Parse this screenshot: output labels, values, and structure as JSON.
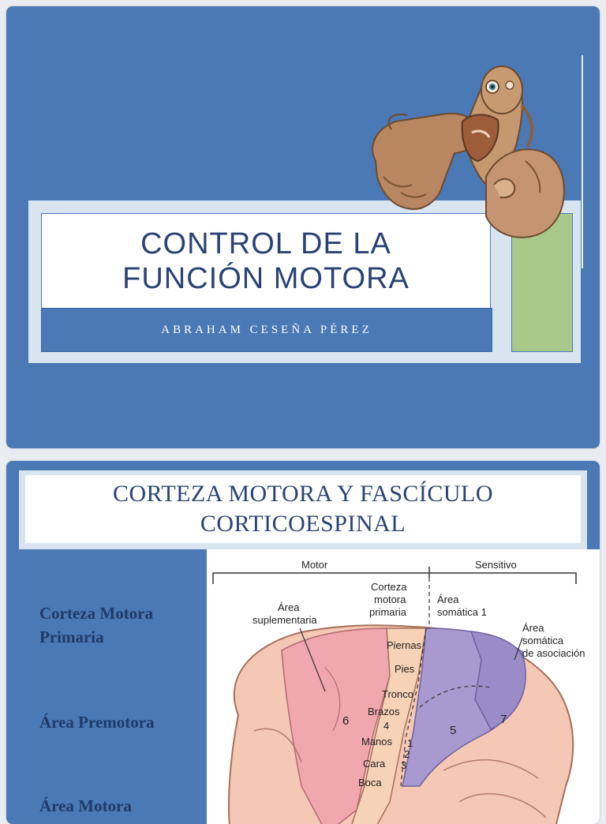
{
  "slide1": {
    "title": "Control de la\nfunción motora",
    "subtitle": "Abraham Ceseña Pérez",
    "image": "hand-creature-illustration",
    "colors": {
      "background": "#4a79b5",
      "title_text": "#2a4374",
      "accent_green": "#a8c98a"
    }
  },
  "slide2": {
    "heading": "Corteza motora y fascículo\ncorticoespinal",
    "bullets": [
      "Corteza Motora\nPrimaria",
      "Área Premotora",
      "Área Motora"
    ],
    "figure": {
      "header_left": "Motor",
      "header_right": "Sensitivo",
      "labels": {
        "corteza_motora_primaria": [
          "Corteza",
          "motora",
          "primaria"
        ],
        "area_somatica_1": [
          "Área",
          "somática 1"
        ],
        "area_suplementaria": [
          "Área",
          "suplementaria"
        ],
        "area_somatica_asociacion": [
          "Área",
          "somática",
          "de asociación"
        ],
        "body_parts": [
          "Piernas",
          "Pies",
          "Tronco",
          "Brazos",
          "Manos",
          "Cara",
          "Boca"
        ],
        "numbers": [
          "6",
          "4",
          "5",
          "7",
          "3",
          "2",
          "1"
        ]
      }
    }
  }
}
